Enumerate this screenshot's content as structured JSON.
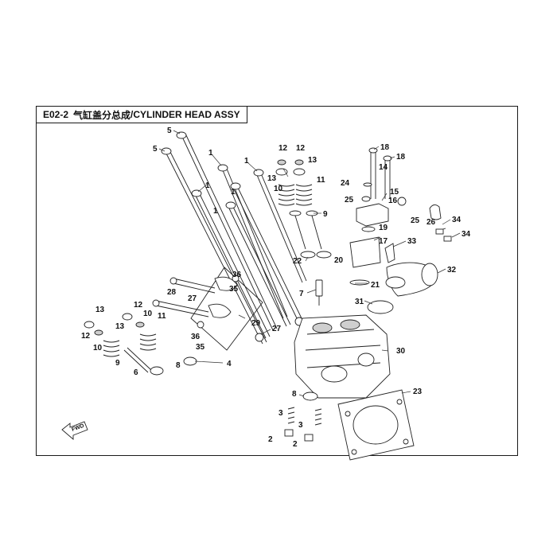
{
  "header": {
    "code": "E02-2",
    "title_cn": "气缸盖分总成",
    "title_en": "/CYLINDER HEAD ASSY"
  },
  "fwd_label": "FWD",
  "colors": {
    "line": "#222222",
    "background": "#ffffff"
  },
  "callouts": [
    {
      "text": "5"
    },
    {
      "text": "5"
    },
    {
      "text": "1"
    },
    {
      "text": "1"
    },
    {
      "text": "1"
    },
    {
      "text": "1"
    },
    {
      "text": "12"
    },
    {
      "text": "12"
    },
    {
      "text": "13"
    },
    {
      "text": "13"
    },
    {
      "text": "10"
    },
    {
      "text": "11"
    },
    {
      "text": "9"
    },
    {
      "text": "22"
    },
    {
      "text": "7"
    },
    {
      "text": "18"
    },
    {
      "text": "18"
    },
    {
      "text": "14"
    },
    {
      "text": "24"
    },
    {
      "text": "25"
    },
    {
      "text": "15"
    },
    {
      "text": "16"
    },
    {
      "text": "19"
    },
    {
      "text": "17"
    },
    {
      "text": "20"
    },
    {
      "text": "21"
    },
    {
      "text": "25"
    },
    {
      "text": "26"
    },
    {
      "text": "34"
    },
    {
      "text": "34"
    },
    {
      "text": "33"
    },
    {
      "text": "32"
    },
    {
      "text": "31"
    },
    {
      "text": "28"
    },
    {
      "text": "36"
    },
    {
      "text": "27"
    },
    {
      "text": "35"
    },
    {
      "text": "29"
    },
    {
      "text": "27"
    },
    {
      "text": "36"
    },
    {
      "text": "35"
    },
    {
      "text": "13"
    },
    {
      "text": "12"
    },
    {
      "text": "10"
    },
    {
      "text": "12"
    },
    {
      "text": "13"
    },
    {
      "text": "11"
    },
    {
      "text": "10"
    },
    {
      "text": "9"
    },
    {
      "text": "6"
    },
    {
      "text": "8"
    },
    {
      "text": "4"
    },
    {
      "text": "30"
    },
    {
      "text": "23"
    },
    {
      "text": "8"
    },
    {
      "text": "3"
    },
    {
      "text": "3"
    },
    {
      "text": "2"
    },
    {
      "text": "2"
    },
    {
      "text": "1"
    }
  ]
}
